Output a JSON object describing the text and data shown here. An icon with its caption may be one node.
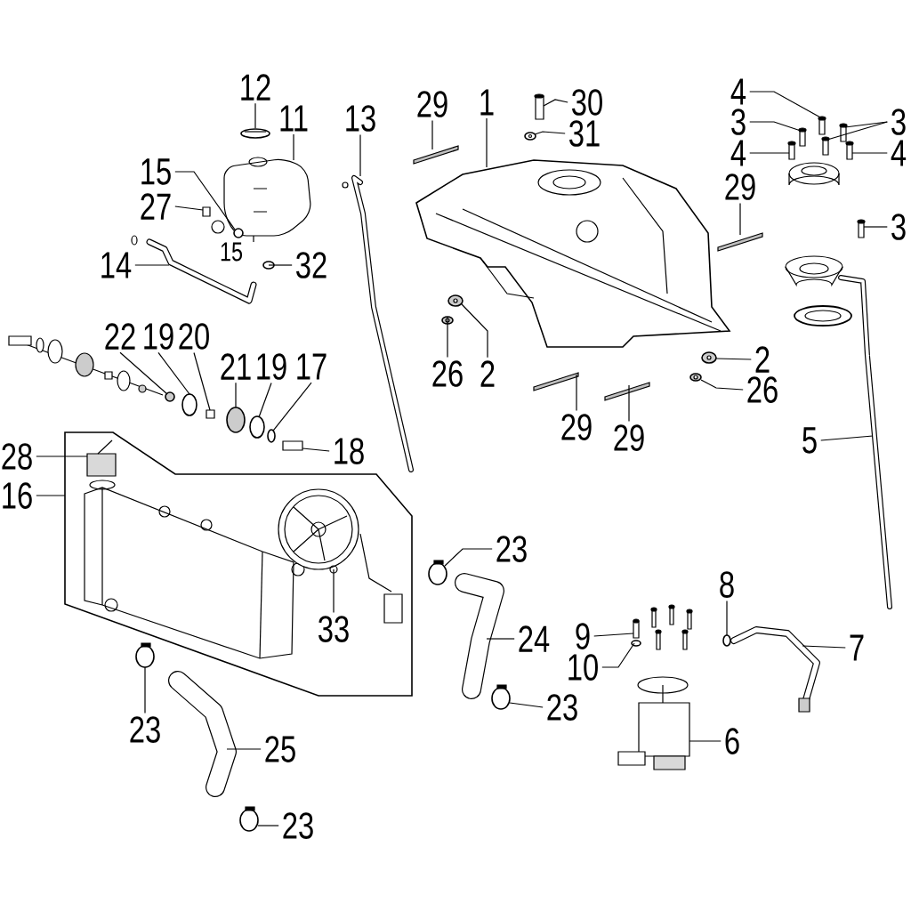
{
  "diagram": {
    "nodes": [
      {
        "text": [
          "12"
        ]
      },
      {
        "text": [
          "1"
        ]
      },
      {
        "text": [
          "29"
        ]
      },
      {
        "text": [
          "30"
        ]
      },
      {
        "text": [
          "4"
        ]
      },
      {
        "text": [
          "11"
        ]
      },
      {
        "text": [
          "13"
        ]
      },
      {
        "text": [
          "3"
        ]
      },
      {
        "text": [
          "3"
        ]
      },
      {
        "text": [
          "31"
        ]
      },
      {
        "text": [
          "4"
        ]
      },
      {
        "text": [
          "4"
        ]
      },
      {
        "text": [
          "15"
        ]
      },
      {
        "text": [
          "29"
        ]
      },
      {
        "text": [
          "27"
        ]
      },
      {
        "text": [
          "3"
        ]
      },
      {
        "text": [
          "14"
        ]
      },
      {
        "text": [
          "32"
        ]
      },
      {
        "text": [
          "22"
        ]
      },
      {
        "text": [
          "19"
        ]
      },
      {
        "text": [
          "20"
        ]
      },
      {
        "text": [
          "21"
        ]
      },
      {
        "text": [
          "19"
        ]
      },
      {
        "text": [
          "17"
        ]
      },
      {
        "text": [
          "2"
        ]
      },
      {
        "text": [
          "26"
        ]
      },
      {
        "text": [
          "2"
        ]
      },
      {
        "text": [
          "26"
        ]
      },
      {
        "text": [
          "29"
        ]
      },
      {
        "text": [
          "5"
        ]
      },
      {
        "text": [
          "29"
        ]
      },
      {
        "text": [
          "18"
        ]
      },
      {
        "text": [
          "28"
        ]
      },
      {
        "text": [
          "16"
        ]
      },
      {
        "text": [
          "23"
        ]
      },
      {
        "text": [
          "8"
        ]
      },
      {
        "text": [
          "33"
        ],
        "in": 79
      },
      {
        "text": [
          "9"
        ]
      },
      {
        "text": [
          "24"
        ]
      },
      {
        "text": [
          "7"
        ]
      },
      {
        "text": [
          "10"
        ]
      },
      {
        "text": [
          "23"
        ]
      },
      {
        "text": [
          "23"
        ]
      },
      {
        "text": [
          "6"
        ]
      },
      {
        "text": [
          "25"
        ]
      },
      {
        "text": [
          "23"
        ]
      },
      {
        "text": [],
        "shape": "circle"
      },
      {
        "text": [],
        "shape": "picture"
      },
      {
        "text": [],
        "shape": "bar"
      },
      {
        "text": [],
        "shape": "box"
      },
      {
        "text": [],
        "shape": "box"
      },
      {
        "text": [],
        "shape": "picture"
      },
      {
        "text": [],
        "shape": "picture"
      },
      {
        "text": [],
        "shape": "box"
      },
      {
        "text": [],
        "shape": "box"
      },
      {
        "text": [],
        "shape": "box"
      },
      {
        "text": [],
        "shape": "circle"
      },
      {
        "text": [],
        "shape": "box"
      },
      {
        "text": [],
        "shape": "box"
      },
      {
        "text": [],
        "shape": "circle",
        "in": 51
      },
      {
        "text": [],
        "shape": "bar"
      },
      {
        "text": [],
        "shape": "box"
      },
      {
        "text": [],
        "shape": "box"
      },
      {
        "text": [],
        "shape": "picture"
      },
      {
        "text": [],
        "shape": "circle"
      },
      {
        "text": [],
        "shape": "circle"
      },
      {
        "text": [],
        "shape": "circle"
      },
      {
        "text": [],
        "shape": "box"
      },
      {
        "text": [],
        "shape": "circle"
      },
      {
        "text": [],
        "shape": "circle"
      },
      {
        "text": [],
        "shape": "circle"
      },
      {
        "text": [],
        "shape": "circle"
      },
      {
        "text": [],
        "shape": "circle"
      },
      {
        "text": [],
        "shape": "circle"
      },
      {
        "text": [],
        "shape": "circle"
      },
      {
        "text": [],
        "shape": "bar"
      },
      {
        "text": [],
        "shape": "picture"
      },
      {
        "text": [],
        "shape": "bar"
      },
      {
        "text": [],
        "shape": "box"
      },
      {
        "text": [],
        "shape": "box"
      },
      {
        "text": [],
        "shape": "box",
        "in": 79
      },
      {
        "text": [],
        "shape": "circle"
      },
      {
        "text": [],
        "shape": "circle"
      },
      {
        "text": [],
        "shape": "picture",
        "in": 79
      },
      {
        "text": [],
        "shape": "box"
      },
      {
        "text": [],
        "shape": "picture"
      },
      {
        "text": [],
        "shape": "picture"
      },
      {
        "text": [],
        "shape": "circle"
      },
      {
        "text": [],
        "shape": "circle"
      },
      {
        "text": [],
        "shape": "circle"
      },
      {
        "text": [],
        "shape": "picture"
      },
      {
        "text": [],
        "shape": "picture"
      },
      {
        "text": [],
        "shape": "circle"
      }
    ],
    "edges": [
      {
        "from": 0,
        "to": 46,
        "arrow": "none"
      },
      {
        "from": 1,
        "to": 47,
        "arrow": "none"
      },
      {
        "from": 2,
        "to": 48,
        "arrow": "none"
      },
      {
        "from": 3,
        "to": 49,
        "arrow": "none"
      },
      {
        "from": 4,
        "to": 50,
        "arrow": "none"
      },
      {
        "from": 5,
        "to": 51,
        "arrow": "none"
      },
      {
        "from": 6,
        "to": 52,
        "arrow": "none"
      },
      {
        "from": 7,
        "to": 53,
        "arrow": "none"
      },
      {
        "from": 8,
        "to": 54,
        "arrow": "none"
      },
      {
        "from": 8,
        "to": 55,
        "arrow": "none"
      },
      {
        "from": 9,
        "to": 56,
        "arrow": "none"
      },
      {
        "from": 10,
        "to": 57,
        "arrow": "none"
      },
      {
        "from": 11,
        "to": 58,
        "arrow": "none"
      },
      {
        "from": 12,
        "to": 59,
        "arrow": "none"
      },
      {
        "from": 13,
        "to": 60,
        "arrow": "none"
      },
      {
        "from": 14,
        "to": 61,
        "arrow": "none"
      },
      {
        "from": 15,
        "to": 62,
        "arrow": "none"
      },
      {
        "from": 16,
        "to": 63,
        "arrow": "none"
      },
      {
        "from": 17,
        "to": 64,
        "arrow": "none"
      },
      {
        "from": 18,
        "to": 65,
        "arrow": "none"
      },
      {
        "from": 19,
        "to": 66,
        "arrow": "none"
      },
      {
        "from": 20,
        "to": 67,
        "arrow": "none"
      },
      {
        "from": 21,
        "to": 68,
        "arrow": "none"
      },
      {
        "from": 22,
        "to": 69,
        "arrow": "none"
      },
      {
        "from": 23,
        "to": 70,
        "arrow": "none"
      },
      {
        "from": 24,
        "to": 71,
        "arrow": "none"
      },
      {
        "from": 25,
        "to": 72,
        "arrow": "none"
      },
      {
        "from": 26,
        "to": 73,
        "arrow": "none"
      },
      {
        "from": 27,
        "to": 74,
        "arrow": "none"
      },
      {
        "from": 28,
        "to": 75,
        "arrow": "none"
      },
      {
        "from": 29,
        "to": 76,
        "arrow": "none"
      },
      {
        "from": 30,
        "to": 77,
        "arrow": "none"
      },
      {
        "from": 31,
        "to": 78,
        "arrow": "none"
      },
      {
        "from": 32,
        "to": 80,
        "arrow": "none"
      },
      {
        "from": 33,
        "to": 79,
        "arrow": "none"
      },
      {
        "from": 34,
        "to": 81,
        "arrow": "none"
      },
      {
        "from": 35,
        "to": 82,
        "arrow": "none"
      },
      {
        "from": 36,
        "to": 83,
        "arrow": "none"
      },
      {
        "from": 37,
        "to": 84,
        "arrow": "none"
      },
      {
        "from": 38,
        "to": 85,
        "arrow": "none"
      },
      {
        "from": 39,
        "to": 86,
        "arrow": "none"
      },
      {
        "from": 40,
        "to": 87,
        "arrow": "none"
      },
      {
        "from": 41,
        "to": 88,
        "arrow": "none"
      },
      {
        "from": 42,
        "to": 89,
        "arrow": "none"
      },
      {
        "from": 43,
        "to": 90,
        "arrow": "none"
      },
      {
        "from": 44,
        "to": 91,
        "arrow": "none"
      },
      {
        "from": 45,
        "to": 92,
        "arrow": "none"
      }
    ],
    "labels": [
      "15"
    ]
  }
}
